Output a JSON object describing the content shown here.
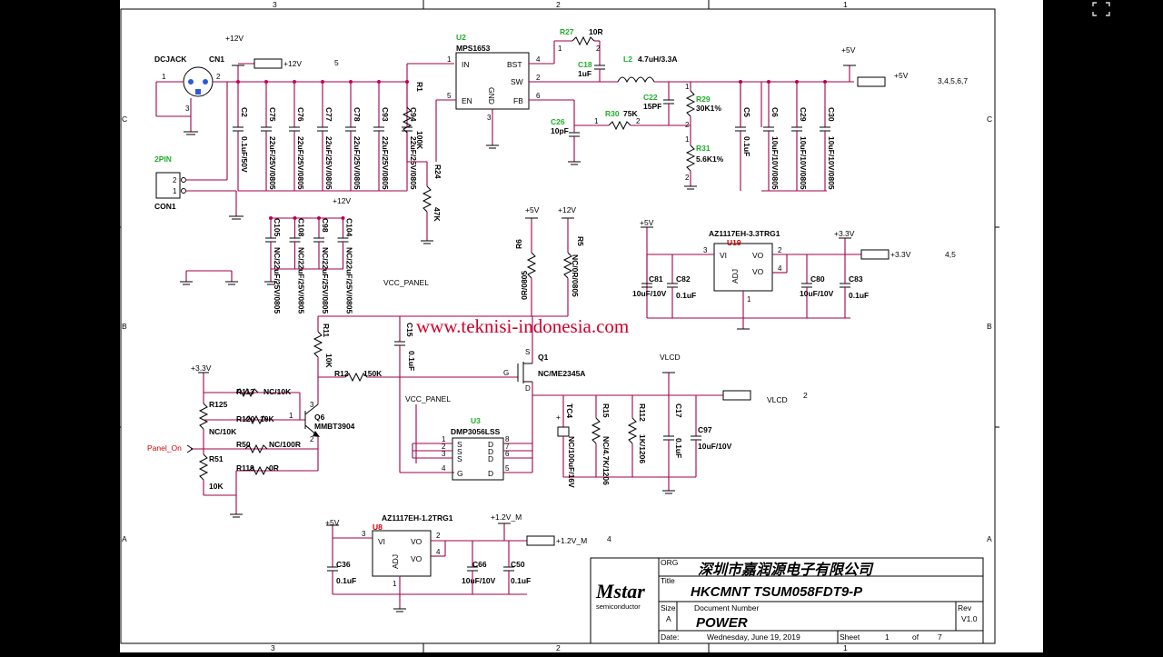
{
  "border": {
    "top_cols": [
      "3",
      "2",
      "1"
    ],
    "bottom_cols": [
      "3",
      "2",
      "1"
    ],
    "left_rows": [
      "C",
      "B",
      "A"
    ],
    "right_rows": [
      "C",
      "B",
      "A"
    ]
  },
  "watermark": "www.teknisi-indonesia.com",
  "title_block": {
    "org_label": "ORG",
    "org_value": "深圳市嘉润源电子有限公司",
    "title_label": "Title",
    "title_value": "HKCMNT TSUM058FDT9-P",
    "size_label": "Size",
    "size_value": "A",
    "docnum_label": "Document Number",
    "docnum_value": "POWER",
    "rev_label": "Rev",
    "rev_value": "V1.0",
    "date_label": "Date:",
    "date_value": "Wednesday, June 19, 2019",
    "sheet_label": "Sheet",
    "sheet_value": "1",
    "of_label": "of",
    "of_value": "7",
    "logo_main": "Mstar",
    "logo_sub": "semiconductor"
  },
  "ics": {
    "u2": {
      "ref": "U2",
      "part": "MPS1653",
      "pins": [
        "IN",
        "BST",
        "SW",
        "EN",
        "GND",
        "FB"
      ],
      "nums": [
        "1",
        "4",
        "2",
        "5",
        "3",
        "6"
      ]
    },
    "u19": {
      "ref": "U19",
      "part": "AZ1117EH-3.3TRG1",
      "pins": [
        "VI",
        "VO",
        "VO",
        "ADJ"
      ],
      "nums": [
        "3",
        "2",
        "4",
        "1"
      ]
    },
    "u8": {
      "ref": "U8",
      "part": "AZ1117EH-1.2TRG1",
      "pins": [
        "VI",
        "VO",
        "VO",
        "ADJ"
      ],
      "nums": [
        "3",
        "2",
        "4",
        "1"
      ]
    },
    "u3": {
      "ref": "U3",
      "part": "DMP3056LSS",
      "pins": [
        "S",
        "S",
        "S",
        "G",
        "D",
        "D",
        "D",
        "D"
      ],
      "nums": [
        "1",
        "2",
        "3",
        "4",
        "8",
        "7",
        "6",
        "5"
      ]
    },
    "q1": {
      "ref": "Q1",
      "part": "NC/ME2345A",
      "pins": [
        "S",
        "G",
        "D"
      ]
    },
    "q6": {
      "ref": "Q6",
      "part": "MMBT3904",
      "pins": [
        "3",
        "1",
        "2"
      ]
    }
  },
  "connectors": {
    "dcjack": {
      "name": "DCJACK",
      "ref": "CN1",
      "pins": [
        "1",
        "2",
        "3"
      ]
    },
    "con1": {
      "name": "2PIN",
      "ref": "CON1",
      "pins": [
        "2",
        "1"
      ]
    }
  },
  "nets": {
    "p12v": "+12V",
    "p5v": "+5V",
    "p33v": "+3.3V",
    "p12v_m": "+1.2V_M",
    "p12v_m_port": "+1.2V_M",
    "vcc_panel": "VCC_PANEL",
    "vlcd": "VLCD",
    "panel_on": "Panel_On",
    "p12v_port": "+12V",
    "p5v_port": "+5V",
    "p33v_port": "+3.3V",
    "vlcd_port": "VLCD"
  },
  "page_refs": {
    "p12v": "5",
    "p5v": "3,4,5,6,7",
    "p33v": "4,5",
    "vlcd": "2",
    "p12v_m": "4"
  },
  "caps_input": [
    {
      "ref": "C2",
      "val": "0.1uF/50V"
    },
    {
      "ref": "C75",
      "val": "22uF/25V/0805"
    },
    {
      "ref": "C76",
      "val": "22uF/25V/0805"
    },
    {
      "ref": "C77",
      "val": "22uF/25V/0805"
    },
    {
      "ref": "C78",
      "val": "22uF/25V/0805"
    },
    {
      "ref": "C93",
      "val": "22uF/25V/0805"
    },
    {
      "ref": "C94",
      "val": "22uF/25V/0805"
    }
  ],
  "caps_nc": [
    {
      "ref": "C105",
      "val": "NC/22uF/25V/0805"
    },
    {
      "ref": "C108",
      "val": "NC/22uF/25V/0805"
    },
    {
      "ref": "C98",
      "val": "NC/22uF/25V/0805"
    },
    {
      "ref": "C104",
      "val": "NC/22uF/25V/0805"
    }
  ],
  "caps_5v": [
    {
      "ref": "C5",
      "val": "0.1uF"
    },
    {
      "ref": "C6",
      "val": "10uF/10V/0805"
    },
    {
      "ref": "C29",
      "val": "10uF/10V/0805"
    },
    {
      "ref": "C30",
      "val": "10uF/10V/0805"
    }
  ],
  "parts": {
    "r27": {
      "ref": "R27",
      "val": "10R"
    },
    "c18": {
      "ref": "C18",
      "val": "1uF"
    },
    "l2": {
      "ref": "L2",
      "val": "4.7uH/3.3A"
    },
    "c22": {
      "ref": "C22",
      "val": "15PF"
    },
    "r29": {
      "ref": "R29",
      "val": "30K1%"
    },
    "r30": {
      "ref": "R30",
      "val": "75K"
    },
    "c26": {
      "ref": "C26",
      "val": "10pF"
    },
    "r31": {
      "ref": "R31",
      "val": "5.6K1%"
    },
    "r1": {
      "ref": "R1",
      "val": "100K"
    },
    "r24": {
      "ref": "R24",
      "val": "47K"
    },
    "r6": {
      "ref": "R6",
      "val": "0R/0805"
    },
    "r5": {
      "ref": "R5",
      "val": "NC/0R/0805"
    },
    "c81": {
      "ref": "C81",
      "val": "10uF/10V"
    },
    "c82": {
      "ref": "C82",
      "val": "0.1uF"
    },
    "c80": {
      "ref": "C80",
      "val": "10uF/10V"
    },
    "c83": {
      "ref": "C83",
      "val": "0.1uF"
    },
    "r11": {
      "ref": "R11",
      "val": "10K"
    },
    "c15": {
      "ref": "C15",
      "val": "0.1uF"
    },
    "r12": {
      "ref": "R12",
      "val": "150K"
    },
    "r113": {
      "ref": "R113",
      "val": "NC/10K"
    },
    "r120": {
      "ref": "R120",
      "val": "10K"
    },
    "r125": {
      "ref": "R125",
      "val": "NC/10K"
    },
    "r50": {
      "ref": "R50",
      "val": "NC/100R"
    },
    "r51": {
      "ref": "R51",
      "val": "10K"
    },
    "r119": {
      "ref": "R119",
      "val": "0R"
    },
    "tc4": {
      "ref": "TC4",
      "val": "NC/100uF/16V"
    },
    "r15": {
      "ref": "R15",
      "val": "NC/4.7K/1206"
    },
    "r112": {
      "ref": "R112",
      "val": "1K/1206"
    },
    "c17": {
      "ref": "C17",
      "val": "0.1uF"
    },
    "c97": {
      "ref": "C97",
      "val": "10uF/10V"
    },
    "c36": {
      "ref": "C36",
      "val": "0.1uF"
    },
    "c66": {
      "ref": "C66",
      "val": "10uF/10V"
    },
    "c50": {
      "ref": "C50",
      "val": "0.1uF"
    }
  },
  "pin_nums": {
    "r27a": "1",
    "r27b": "2",
    "r30a": "1",
    "r30b": "2",
    "r29a": "1",
    "r29b": "2",
    "r31a": "1",
    "r31b": "2",
    "plus": "+"
  }
}
